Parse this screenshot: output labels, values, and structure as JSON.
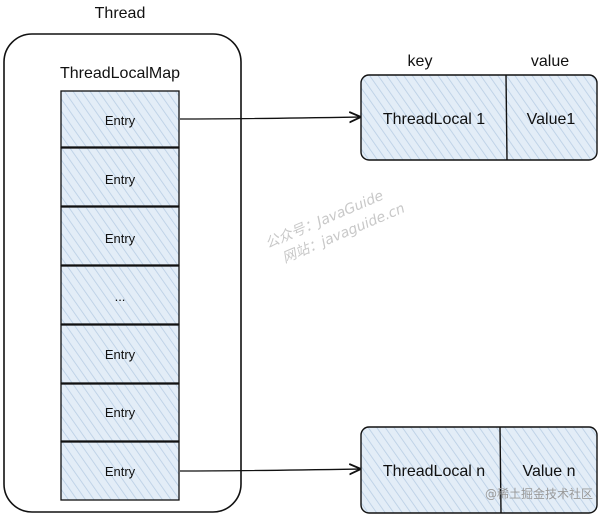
{
  "thread": {
    "title": "Thread",
    "map_title": "ThreadLocalMap",
    "entries": [
      "Entry",
      "Entry",
      "Entry",
      "...",
      "Entry",
      "Entry",
      "Entry"
    ]
  },
  "headers": {
    "key": "key",
    "value": "value"
  },
  "rows": [
    {
      "key": "ThreadLocal 1",
      "value": "Value1"
    },
    {
      "key": "ThreadLocal n",
      "value": "Value n"
    }
  ],
  "watermark": {
    "line1": "公众号：JavaGuide",
    "line2": "网站：javaguide.cn",
    "corner": "@稀土掘金技术社区"
  },
  "colors": {
    "fill": "#dbe7f4",
    "stroke": "#111111",
    "watermark": "#c8c8c8"
  }
}
